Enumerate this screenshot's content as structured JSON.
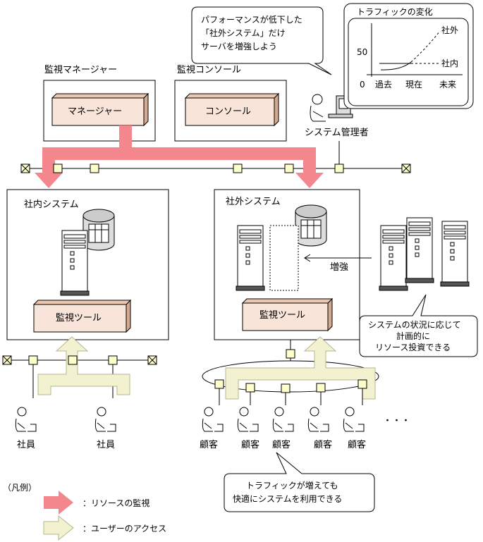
{
  "labels": {
    "monitor_manager_title": "監視マネージャー",
    "monitor_console_title": "監視コンソール",
    "manager_box": "マネージャー",
    "console_box": "コンソール",
    "admin": "システム管理者",
    "internal_system": "社内システム",
    "external_system": "社外システム",
    "monitor_tool_internal": "監視ツール",
    "monitor_tool_external": "監視ツール",
    "reinforce": "増強",
    "employee": "社員",
    "customer": "顧客",
    "ellipsis": "・・・",
    "legend_title": "（凡例）",
    "legend_monitor": "：リソースの監視",
    "legend_access": "：ユーザーのアクセス"
  },
  "callouts": {
    "admin_speech": [
      "パフォーマンスが低下した",
      "「社外システム」だけ",
      "サーバを増強しよう"
    ],
    "investment": [
      "システムの状況に応じて",
      "計画的に",
      "リソース投資できる"
    ],
    "traffic": [
      "トラフィックが増えても",
      "快適にシステムを利用できる"
    ]
  },
  "chart_data": {
    "type": "line",
    "title": "トラフィックの変化",
    "categories": [
      "過去",
      "現在",
      "未来"
    ],
    "y_tick_labels": [
      "0",
      "50"
    ],
    "series": [
      {
        "name": "社外",
        "style": "dashed-rising"
      },
      {
        "name": "社内",
        "style": "flat"
      }
    ]
  },
  "colors": {
    "monitor_arrow": "#f4878d",
    "access_arrow": "#f2f2d0",
    "access_border": "#b5b58c",
    "box_front": "#f8e4d8",
    "node_fill": "#ffffcc"
  }
}
